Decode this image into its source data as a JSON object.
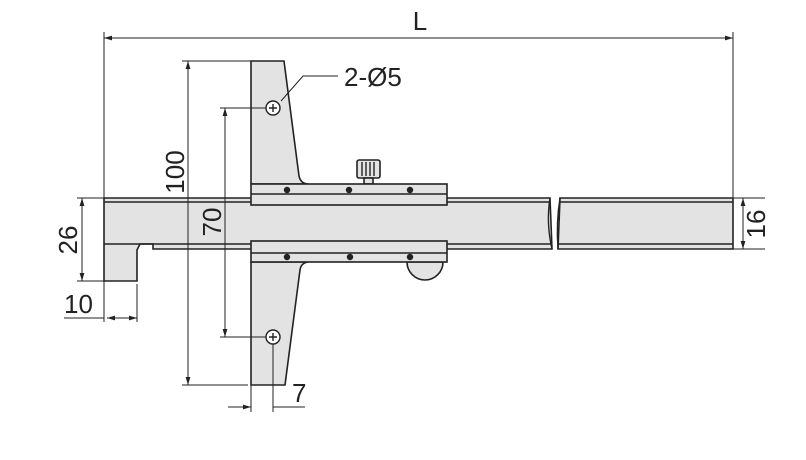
{
  "drawing": {
    "title": "Depth vernier caliper dimension drawing",
    "dimensions": {
      "overall_length": "L",
      "holes": "2-Ø5",
      "blade_length": "100",
      "hole_spacing": "70",
      "beam_height": "26",
      "hook_width": "10",
      "hole_offset": "7",
      "beam_width": "16"
    },
    "colors": {
      "part_fill": "#e3e3e3",
      "line": "#222222"
    }
  }
}
